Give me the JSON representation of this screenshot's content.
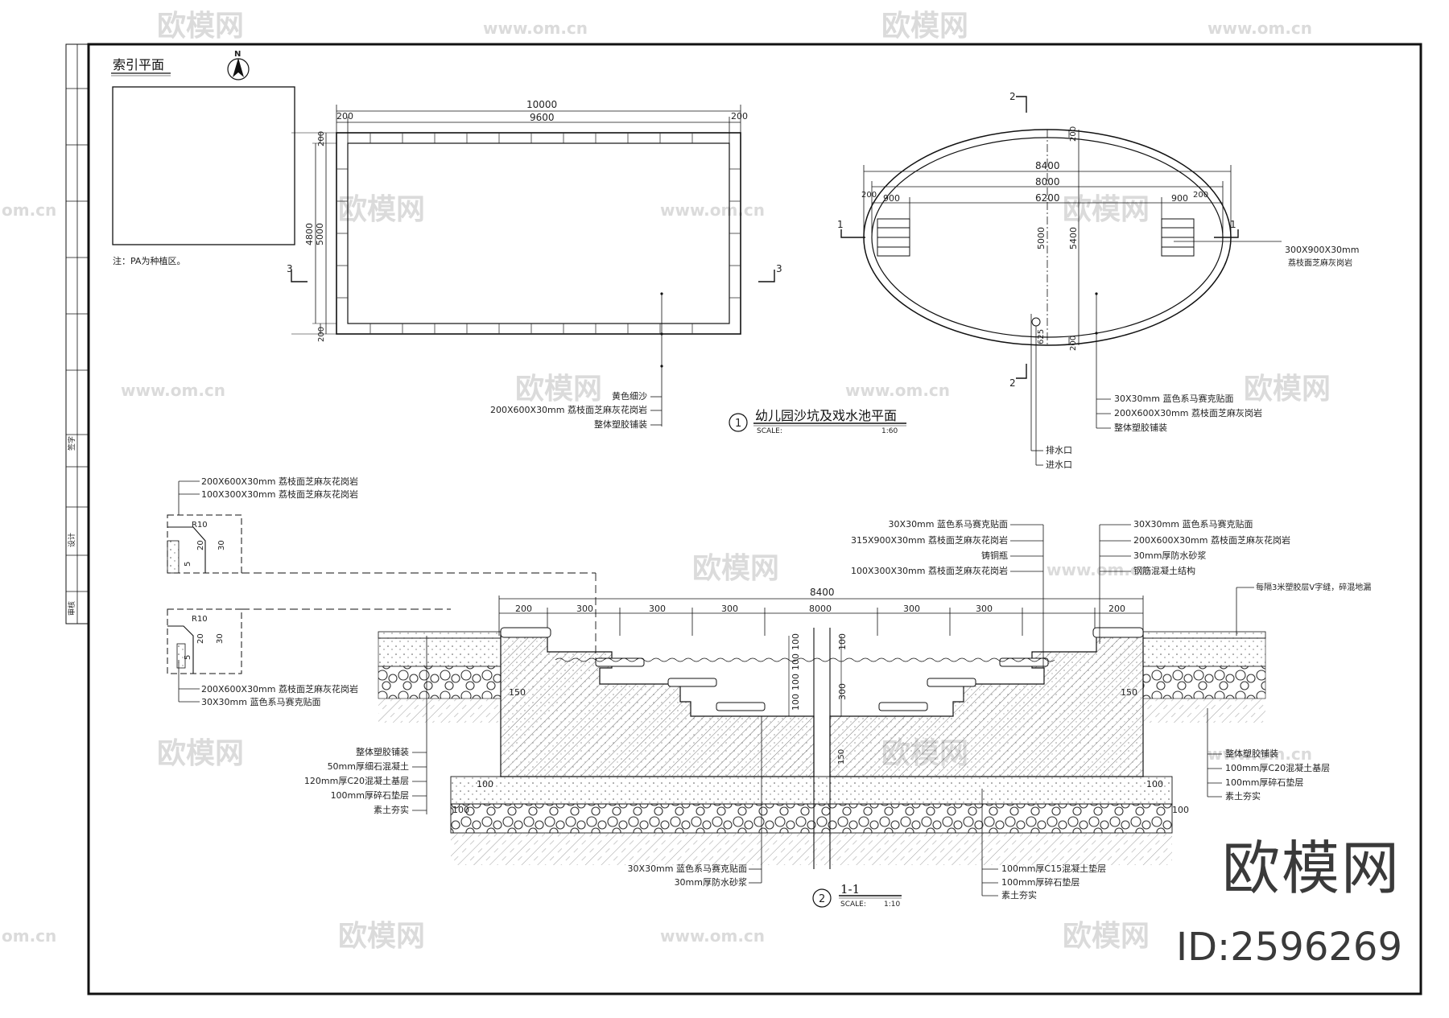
{
  "watermark": {
    "brand": "欧模网",
    "url": "www.om.cn",
    "short_url": "om.cn",
    "id": "ID:2596269"
  },
  "index_plan": {
    "title": "索引平面",
    "note": "注：PA为种植区。",
    "north": "N"
  },
  "plan_rect": {
    "dim_total": "10000",
    "dim_inner": "9600",
    "dim_edge_left": "200",
    "dim_edge_right": "200",
    "dim_height": "5000",
    "dim_inner_height": "4800",
    "dim_top": "200",
    "dim_bottom": "200",
    "section_mark": "3",
    "labels": [
      "黄色细沙",
      "200X600X30mm 荔枝面芝麻灰花岗岩",
      "整体塑胶铺装"
    ]
  },
  "plan_ellipse": {
    "dim_8400": "8400",
    "dim_8000": "8000",
    "dim_6200": "6200",
    "dim_900l": "900",
    "dim_900r": "900",
    "dim_200l": "200",
    "dim_200r": "200",
    "dim_200t": "200",
    "dim_5000": "5000",
    "dim_5400": "5400",
    "dim_625": "625",
    "dim_200b": "200",
    "section_1": "1",
    "section_2": "2",
    "step_label_1": "300X900X30mm",
    "step_label_2": "荔枝面芝麻灰岗岩",
    "labels": [
      "30X30mm 蓝色系马赛克贴面",
      "200X600X30mm 荔枝面芝麻灰岗岩",
      "整体塑胶铺装"
    ],
    "drain_labels": [
      "排水口",
      "进水口"
    ]
  },
  "plan_title": {
    "number": "1",
    "title": "幼儿园沙坑及戏水池平面",
    "scale_label": "SCALE:",
    "scale": "1:60"
  },
  "detail": {
    "top_labels": [
      "200X600X30mm 荔枝面芝麻灰花岗岩",
      "100X300X30mm 荔枝面芝麻灰花岗岩"
    ],
    "r10": "R10",
    "d20": "20",
    "d30": "30",
    "d5": "5",
    "bottom_labels": [
      "200X600X30mm 荔枝面芝麻灰花岗岩",
      "30X30mm 蓝色系马赛克贴面"
    ]
  },
  "section": {
    "dims_top": [
      "200",
      "300",
      "300",
      "300",
      "8000",
      "300",
      "300",
      "200"
    ],
    "dim_total": "8400",
    "dims_vert_left": [
      "100",
      "100",
      "100",
      "100"
    ],
    "dim_300": "300",
    "dim_100": "100",
    "dim_150": "150",
    "dim_150b": "150",
    "dim_100a": "100",
    "dim_100b": "100",
    "dim_100c": "100",
    "dim_100d": "100",
    "left_labels": [
      "整体塑胶铺装",
      "50mm厚细石混凝土",
      "120mm厚C20混凝土基层",
      "100mm厚碎石垫层",
      "素土夯实"
    ],
    "upper_mid_labels": [
      "30X30mm 蓝色系马赛克贴面",
      "315X900X30mm 荔枝面芝麻灰花岗岩",
      "铸铜瓶",
      "100X300X30mm 荔枝面芝麻灰花岗岩"
    ],
    "upper_right_labels": [
      "30X30mm 蓝色系马赛克贴面",
      "200X600X30mm 荔枝面芝麻灰花岗岩",
      "30mm厚防水砂浆",
      "钢筋混凝土结构"
    ],
    "far_right_label": "每隔3米塑胶层V字缝，碎混地漏",
    "right_labels": [
      "整体塑胶铺装",
      "100mm厚C20混凝土基层",
      "100mm厚碎石垫层",
      "素土夯实"
    ],
    "bottom_left_labels": [
      "30X30mm 蓝色系马赛克贴面",
      "30mm厚防水砂浆"
    ],
    "bottom_right_labels": [
      "100mm厚C15混凝土垫层",
      "100mm厚碎石垫层",
      "素土夯实"
    ]
  },
  "section_title": {
    "number": "2",
    "title": "1-1",
    "scale_label": "SCALE:",
    "scale": "1:10"
  },
  "sidebar_labels": [
    "签字",
    "设计",
    "审核"
  ]
}
